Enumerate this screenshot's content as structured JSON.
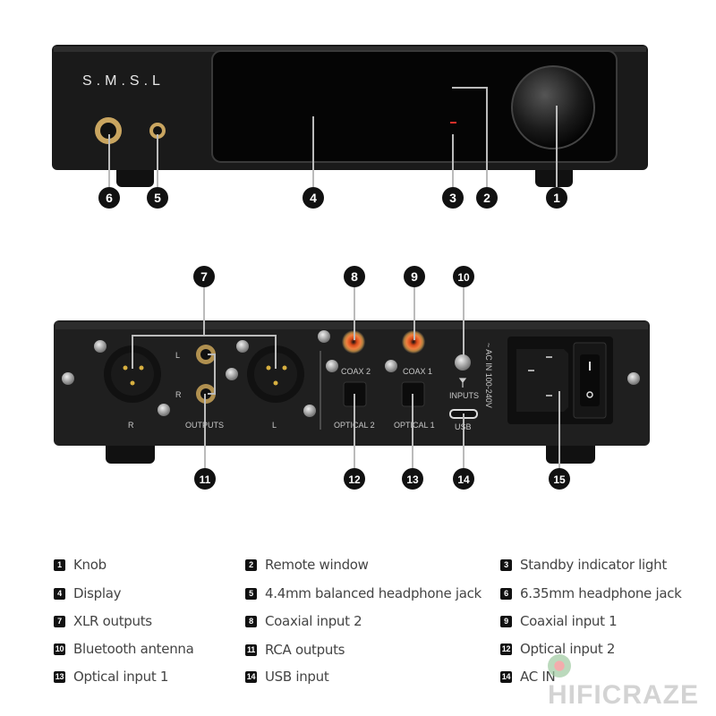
{
  "front": {
    "logo": "S.M.S.L",
    "callouts": [
      "1",
      "2",
      "3",
      "4",
      "5",
      "6"
    ]
  },
  "rear": {
    "labels": {
      "xlr_r": "R",
      "outputs": "OUTPUTS",
      "xlr_l": "L",
      "rca_l": "L",
      "rca_r": "R",
      "coax2": "COAX 2",
      "coax1": "COAX 1",
      "inputs": "INPUTS",
      "optical2": "OPTICAL 2",
      "optical1": "OPTICAL 1",
      "usb": "USB",
      "ac": "~ AC IN 100-240V"
    },
    "callouts": [
      "7",
      "8",
      "9",
      "10",
      "11",
      "12",
      "13",
      "14",
      "15"
    ]
  },
  "legend": [
    {
      "num": "1",
      "label": "Knob"
    },
    {
      "num": "2",
      "label": "Remote window"
    },
    {
      "num": "3",
      "label": "Standby indicator light"
    },
    {
      "num": "4",
      "label": "Display"
    },
    {
      "num": "5",
      "label": "4.4mm balanced headphone jack"
    },
    {
      "num": "6",
      "label": "6.35mm headphone jack"
    },
    {
      "num": "7",
      "label": "XLR outputs"
    },
    {
      "num": "8",
      "label": "Coaxial input 2"
    },
    {
      "num": "9",
      "label": "Coaxial input 1"
    },
    {
      "num": "10",
      "label": "Bluetooth antenna"
    },
    {
      "num": "11",
      "label": "RCA outputs"
    },
    {
      "num": "12",
      "label": "Optical input 2"
    },
    {
      "num": "13",
      "label": "Optical input 1"
    },
    {
      "num": "14",
      "label": "USB input"
    },
    {
      "num": "14",
      "label": "AC IN"
    }
  ],
  "watermark": "HIFICRAZE"
}
